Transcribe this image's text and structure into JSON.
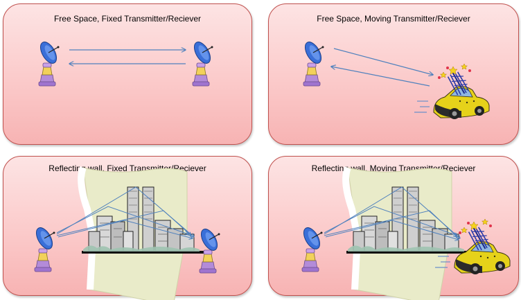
{
  "panels": [
    {
      "title": "Free Space, Fixed Transmitter/Reciever"
    },
    {
      "title": "Free Space, Moving Transmitter/Reciever"
    },
    {
      "title": "Reflecting wall, Fixed Transmitter/Reciever"
    },
    {
      "title": "Reflecting wall, Moving Transmitter/Reciever"
    }
  ],
  "colors": {
    "panel_border": "#c0504d",
    "arrow": "#4f81bd",
    "dish": "#3366cc",
    "stand": "#b38bd9",
    "car_body": "#e6d21a"
  }
}
